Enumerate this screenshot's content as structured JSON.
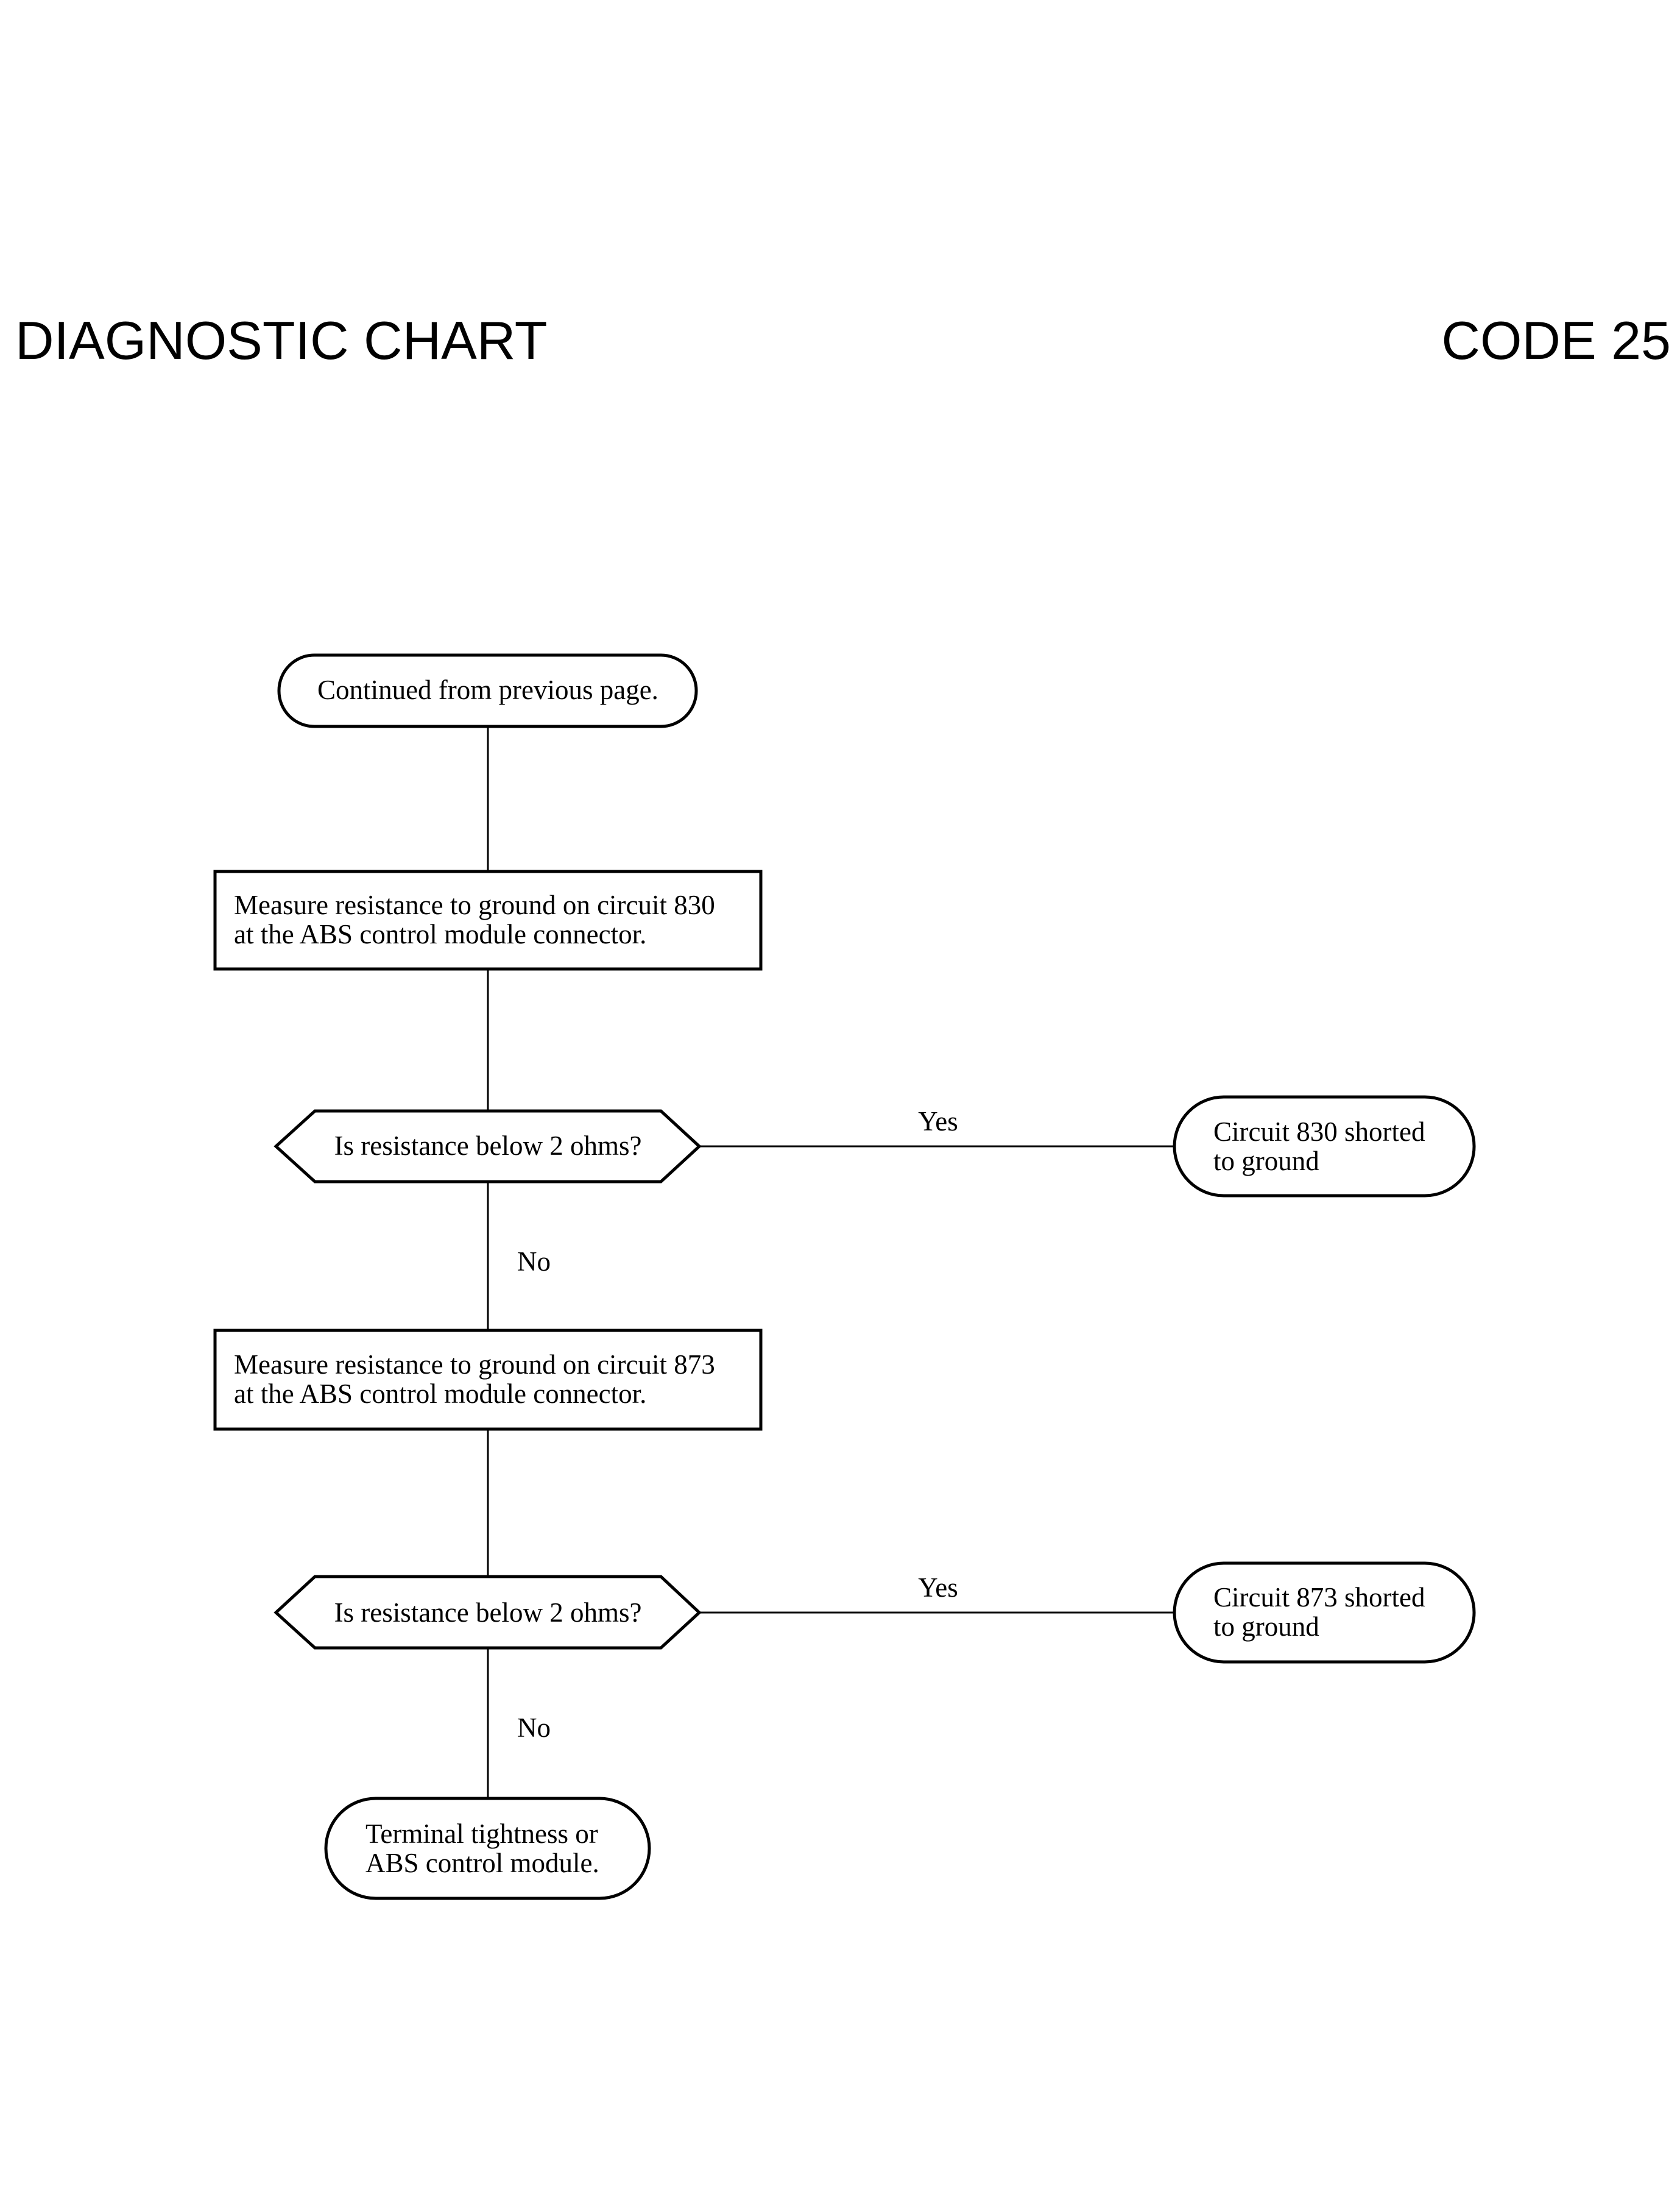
{
  "header": {
    "title": "DIAGNOSTIC CHART",
    "code": "CODE 25"
  },
  "nodes": {
    "start": {
      "lines": [
        "Continued from previous page."
      ]
    },
    "measure_830": {
      "lines": [
        "Measure resistance to ground on circuit 830",
        "at the ABS control module connector."
      ]
    },
    "decision_1": {
      "lines": [
        "Is resistance below 2 ohms?"
      ]
    },
    "result_830": {
      "lines": [
        "Circuit 830 shorted",
        "to ground"
      ]
    },
    "measure_873": {
      "lines": [
        "Measure resistance to ground on circuit 873",
        "at the ABS control module connector."
      ]
    },
    "decision_2": {
      "lines": [
        "Is resistance below 2 ohms?"
      ]
    },
    "result_873": {
      "lines": [
        "Circuit 873 shorted",
        "to ground"
      ]
    },
    "end": {
      "lines": [
        "Terminal tightness or",
        "ABS control module."
      ]
    }
  },
  "edge_labels": {
    "yes_1": "Yes",
    "no_1": "No",
    "yes_2": "Yes",
    "no_2": "No"
  }
}
